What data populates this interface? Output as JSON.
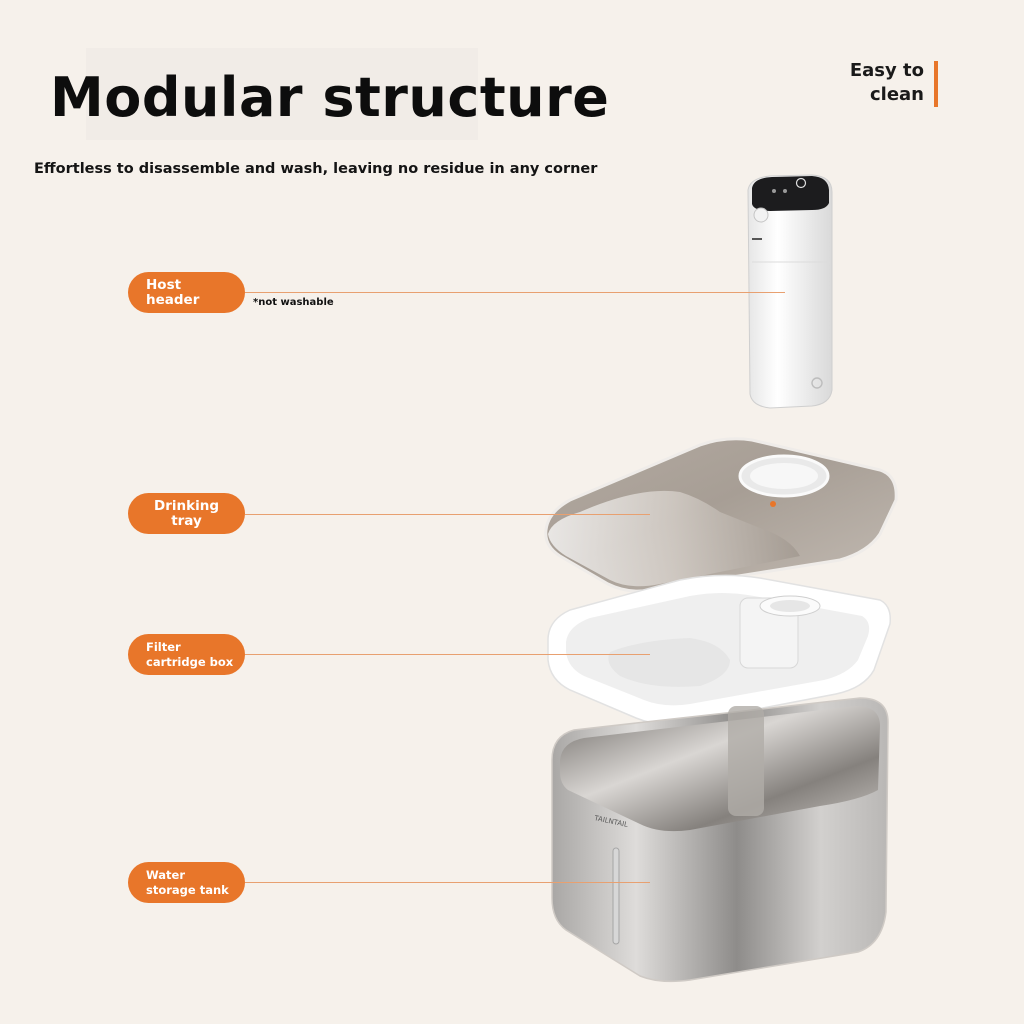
{
  "header": {
    "title": "Modular structure",
    "subtitle": "Effortless to disassemble and wash, leaving no residue in any corner",
    "badge_line1": "Easy to",
    "badge_line2": "clean"
  },
  "components": [
    {
      "line1": "Host",
      "line2": "header",
      "note": "*not washable"
    },
    {
      "line1": "Drinking",
      "line2": "tray"
    },
    {
      "line1": "Filter",
      "line2": "cartridge box"
    },
    {
      "line1": "Water",
      "line2": "storage tank"
    }
  ],
  "tank": {
    "brand": "TAILNTAIL"
  },
  "colors": {
    "accent": "#e8762a",
    "background": "#f6f1eb"
  }
}
